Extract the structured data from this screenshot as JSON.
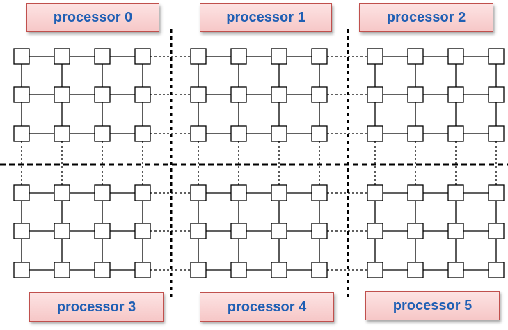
{
  "processors": [
    {
      "id": 0,
      "label": "processor 0"
    },
    {
      "id": 1,
      "label": "processor 1"
    },
    {
      "id": 2,
      "label": "processor 2"
    },
    {
      "id": 3,
      "label": "processor 3"
    },
    {
      "id": 4,
      "label": "processor 4"
    },
    {
      "id": 5,
      "label": "processor 5"
    }
  ],
  "grid": {
    "columns_per_processor": 4,
    "rows_per_processor": 3,
    "processor_columns": 3,
    "processor_rows": 2
  },
  "colors": {
    "label_text": "#1f5fb4",
    "label_border": "#c0504d",
    "label_fill": "#f9d4d4",
    "node_stroke": "#000000"
  }
}
